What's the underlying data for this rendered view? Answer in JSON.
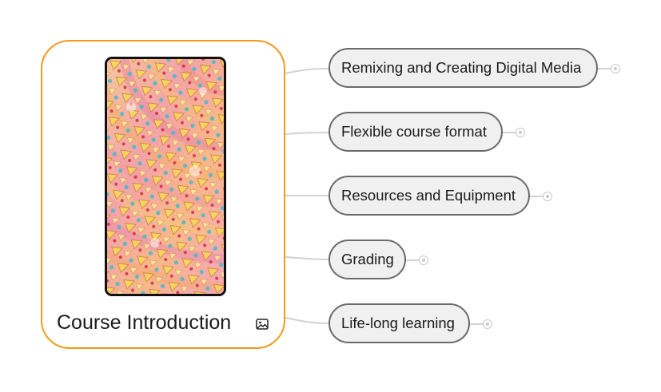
{
  "mindmap": {
    "root": {
      "title": "Course Introduction",
      "image_alt": "colorful abstract pattern",
      "image_icon": "image-icon",
      "border_color": "#f29a1b"
    },
    "children": [
      {
        "label": "Remixing and Creating Digital Media"
      },
      {
        "label": "Flexible course format"
      },
      {
        "label": "Resources and Equipment"
      },
      {
        "label": "Grading"
      },
      {
        "label": "Life-long learning"
      }
    ]
  }
}
